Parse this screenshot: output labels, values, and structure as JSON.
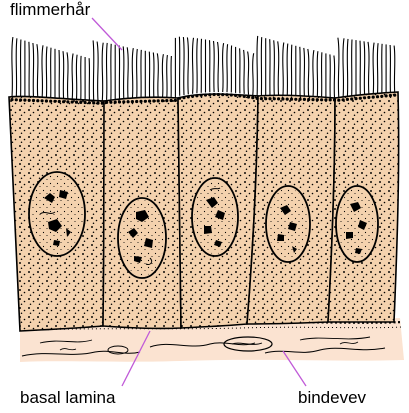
{
  "labels": {
    "cilia": "flimmerhår",
    "basal_lamina": "basal lamina",
    "connective_tissue": "bindevev"
  },
  "colors": {
    "cell_fill": "#f4d2ae",
    "connective_fill": "#fbe3d1",
    "outline": "#000000",
    "leader_line": "#c05ad8"
  },
  "cell_count": 5
}
